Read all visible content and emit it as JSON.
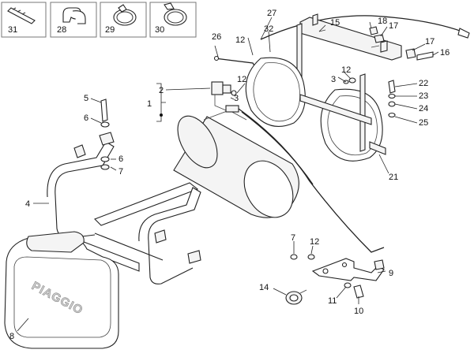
{
  "insets": [
    {
      "label": "31"
    },
    {
      "label": "28"
    },
    {
      "label": "29"
    },
    {
      "label": "30"
    }
  ],
  "callouts": {
    "c1": "1",
    "c2": "2",
    "c3a": "3",
    "c3b": "3",
    "c4": "4",
    "c5": "5",
    "c6a": "6",
    "c6b": "6",
    "c7a": "7",
    "c7b": "7",
    "c8": "8",
    "c9": "9",
    "c10": "10",
    "c11": "11",
    "c12a": "12",
    "c12b": "12",
    "c12c": "12",
    "c12d": "12",
    "c14": "14",
    "c15": "15",
    "c16": "16",
    "c17a": "17",
    "c17b": "17",
    "c18": "18",
    "c21": "21",
    "c22": "22",
    "c23": "23",
    "c24": "24",
    "c25": "25",
    "c26": "26",
    "c27": "27",
    "c32": "32"
  },
  "cover_brand": "PIAGGIO"
}
